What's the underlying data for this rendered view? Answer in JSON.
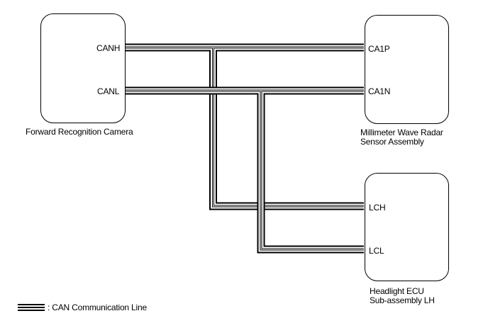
{
  "title": "CAN Communication Wiring Diagram",
  "components": {
    "camera": {
      "name": "Forward Recognition Camera",
      "pins": [
        "CANH",
        "CANL"
      ]
    },
    "radar": {
      "name_line1": "Millimeter Wave Radar",
      "name_line2": "Sensor Assembly",
      "pins": [
        "CA1P",
        "CA1N"
      ]
    },
    "headlight": {
      "name_line1": "Headlight ECU",
      "name_line2": "Sub-assembly LH",
      "pins": [
        "LCH",
        "LCL"
      ]
    }
  },
  "connections": [
    {
      "from": "CANH",
      "to": [
        "CA1P",
        "LCH"
      ]
    },
    {
      "from": "CANL",
      "to": [
        "CA1N",
        "LCL"
      ]
    }
  ],
  "legend": {
    "symbol": "triple-line",
    "label": ": CAN Communication Line"
  }
}
